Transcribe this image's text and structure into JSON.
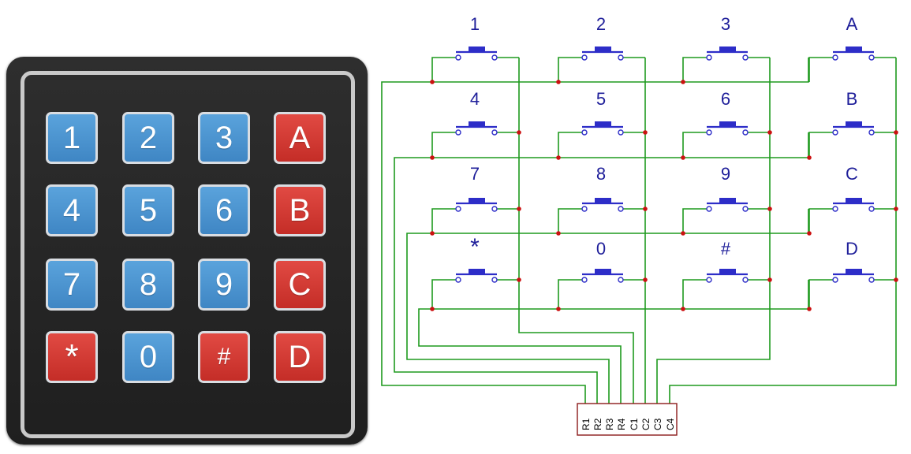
{
  "keypad": {
    "rows": [
      [
        {
          "label": "1",
          "color": "blue"
        },
        {
          "label": "2",
          "color": "blue"
        },
        {
          "label": "3",
          "color": "blue"
        },
        {
          "label": "A",
          "color": "red"
        }
      ],
      [
        {
          "label": "4",
          "color": "blue"
        },
        {
          "label": "5",
          "color": "blue"
        },
        {
          "label": "6",
          "color": "blue"
        },
        {
          "label": "B",
          "color": "red"
        }
      ],
      [
        {
          "label": "7",
          "color": "blue"
        },
        {
          "label": "8",
          "color": "blue"
        },
        {
          "label": "9",
          "color": "blue"
        },
        {
          "label": "C",
          "color": "red"
        }
      ],
      [
        {
          "label": "*",
          "color": "red"
        },
        {
          "label": "0",
          "color": "blue"
        },
        {
          "label": "#",
          "color": "red"
        },
        {
          "label": "D",
          "color": "red"
        }
      ]
    ]
  },
  "schematic": {
    "button_labels": [
      [
        "1",
        "2",
        "3",
        "A"
      ],
      [
        "4",
        "5",
        "6",
        "B"
      ],
      [
        "7",
        "8",
        "9",
        "C"
      ],
      [
        "*",
        "0",
        "#",
        "D"
      ]
    ],
    "connector_pins": [
      "R1",
      "R2",
      "R3",
      "R4",
      "C1",
      "C2",
      "C3",
      "C4"
    ],
    "colors": {
      "wire": "#1e9a1e",
      "button": "#2d2dc8",
      "junction": "#cc1111",
      "label": "#1f1f9a",
      "connector_border": "#8b1a1a",
      "key_blue": "#4a93d1",
      "key_red": "#d2362f"
    }
  }
}
